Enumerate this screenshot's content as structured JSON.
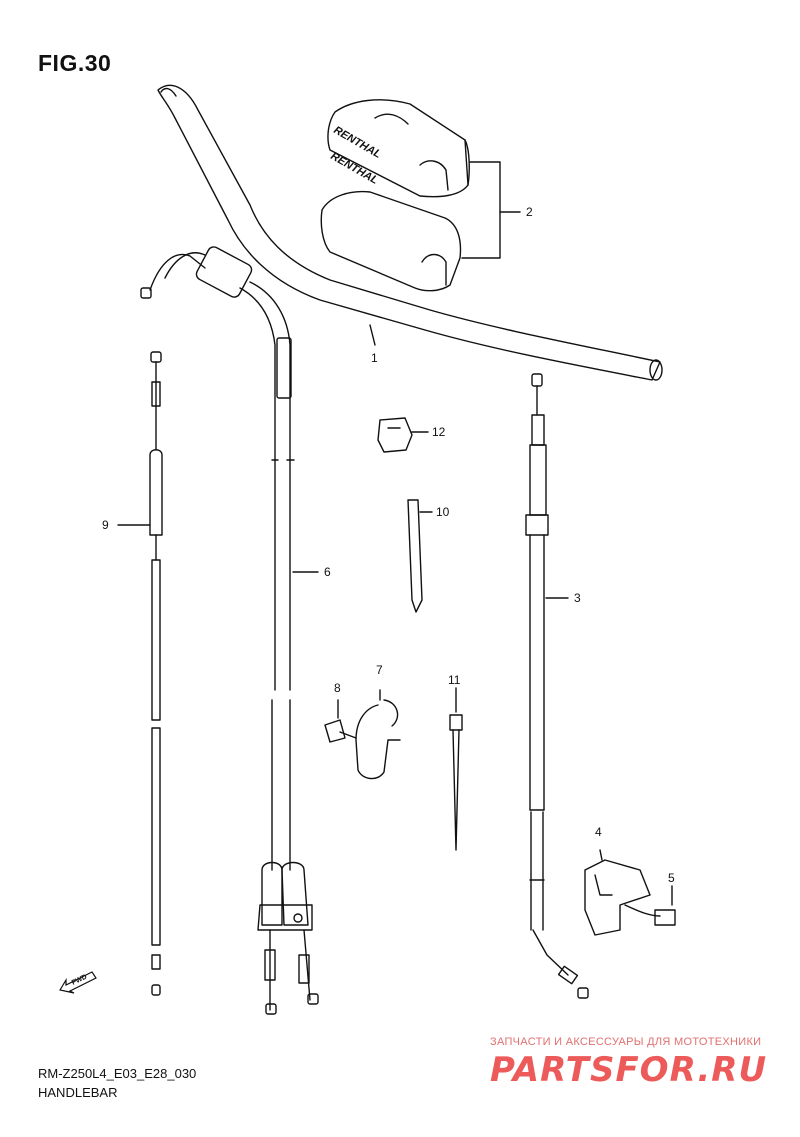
{
  "figure": {
    "title": "FIG.30",
    "model_code": "RM-Z250L4_E03_E28_030",
    "section_name": "HANDLEBAR"
  },
  "callouts": [
    {
      "id": "1",
      "part": "handlebar"
    },
    {
      "id": "2",
      "part": "handlebar-pad"
    },
    {
      "id": "3",
      "part": "clutch-cable"
    },
    {
      "id": "4",
      "part": "cable-clamp"
    },
    {
      "id": "5",
      "part": "clamp-bolt"
    },
    {
      "id": "6",
      "part": "throttle-cable-set"
    },
    {
      "id": "7",
      "part": "cable-clamp-bracket"
    },
    {
      "id": "8",
      "part": "bracket-bolt"
    },
    {
      "id": "9",
      "part": "hot-start-cable"
    },
    {
      "id": "10",
      "part": "cable-tie"
    },
    {
      "id": "11",
      "part": "cable-band"
    },
    {
      "id": "12",
      "part": "cable-clip"
    }
  ],
  "pad_brand": "RENTHAL",
  "fwd_label": "FWD",
  "watermark": {
    "tagline": "ЗАПЧАСТИ И АКСЕССУАРЫ ДЛЯ МОТОТЕХНИКИ",
    "site": "PARTSFOR.RU"
  },
  "colors": {
    "line": "#111111",
    "watermark": "#ec5a5a"
  }
}
